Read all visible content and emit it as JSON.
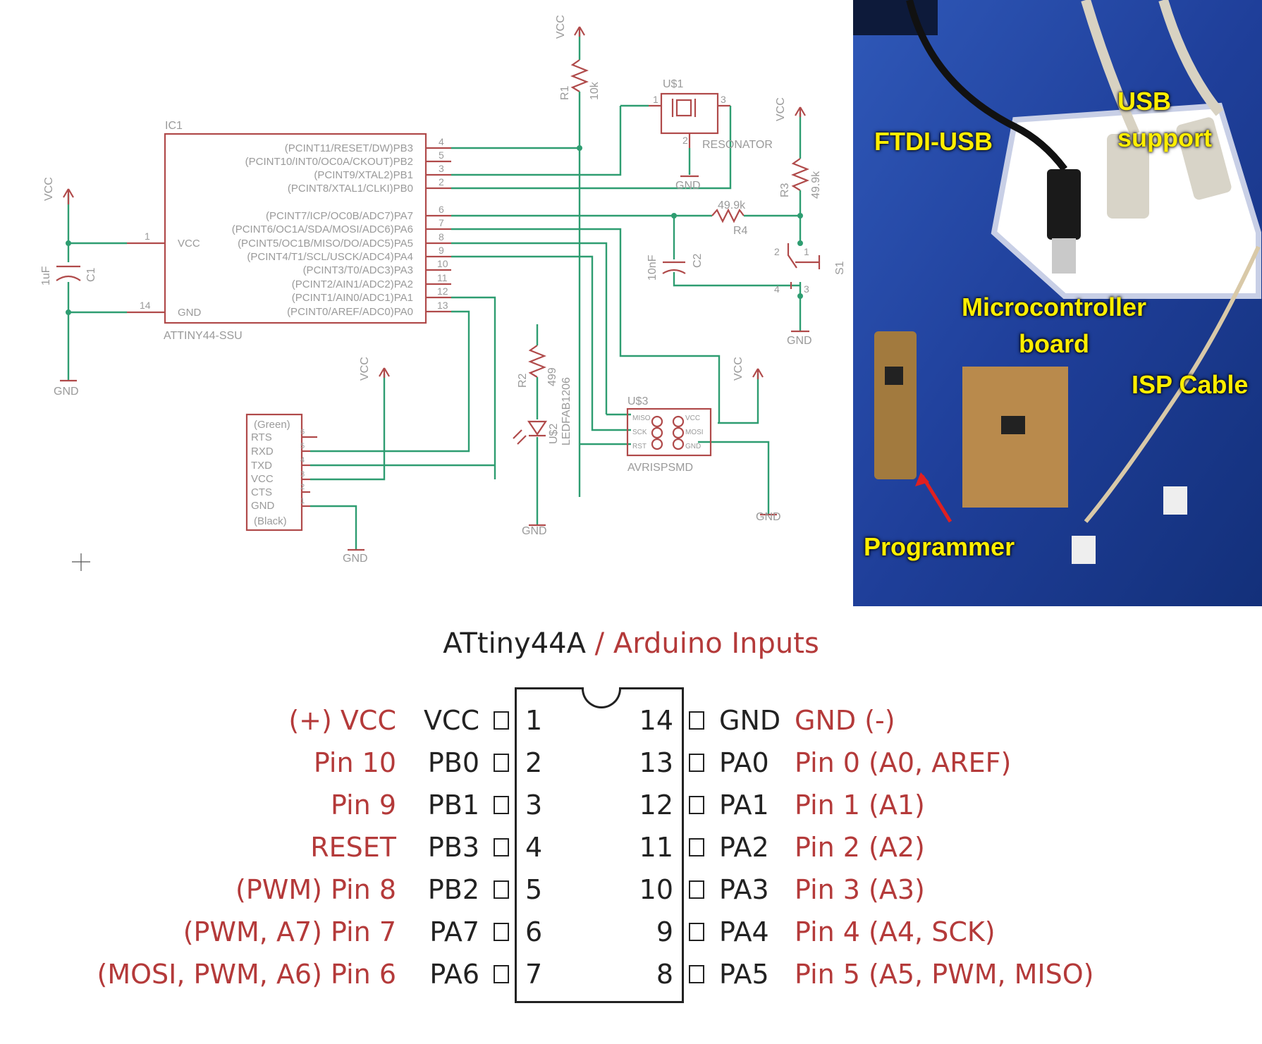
{
  "schematic": {
    "ic1": {
      "ref": "IC1",
      "part": "ATTINY44-SSU",
      "vcc_label": "VCC",
      "gnd_label": "GND",
      "vcc_pin": "1",
      "gnd_pin": "14",
      "pins": [
        {
          "name": "(PCINT11/RESET/DW)PB3",
          "num": "4"
        },
        {
          "name": "(PCINT10/INT0/OC0A/CKOUT)PB2",
          "num": "5"
        },
        {
          "name": "(PCINT9/XTAL2)PB1",
          "num": "3"
        },
        {
          "name": "(PCINT8/XTAL1/CLKI)PB0",
          "num": "2"
        },
        {
          "name": "(PCINT7/ICP/OC0B/ADC7)PA7",
          "num": "6"
        },
        {
          "name": "(PCINT6/OC1A/SDA/MOSI/ADC6)PA6",
          "num": "7"
        },
        {
          "name": "(PCINT5/OC1B/MISO/DO/ADC5)PA5",
          "num": "8"
        },
        {
          "name": "(PCINT4/T1/SCL/USCK/ADC4)PA4",
          "num": "9"
        },
        {
          "name": "(PCINT3/T0/ADC3)PA3",
          "num": "10"
        },
        {
          "name": "(PCINT2/AIN1/ADC2)PA2",
          "num": "11"
        },
        {
          "name": "(PCINT1/AIN0/ADC1)PA1",
          "num": "12"
        },
        {
          "name": "(PCINT0/AREF/ADC0)PA0",
          "num": "13"
        }
      ]
    },
    "c1": {
      "ref": "C1",
      "value": "1uF"
    },
    "c2": {
      "ref": "C2",
      "value": "10nF"
    },
    "r1": {
      "ref": "R1",
      "value": "10k"
    },
    "r2": {
      "ref": "R2",
      "value": "499"
    },
    "r3": {
      "ref": "R3",
      "value": "49.9k"
    },
    "r4": {
      "ref": "R4",
      "value": "49.9k"
    },
    "u1": {
      "ref": "U$1",
      "part": "RESONATOR",
      "pins": [
        "1",
        "2",
        "3"
      ]
    },
    "u2": {
      "ref": "U$2",
      "part": "LEDFAB1206"
    },
    "u3": {
      "ref": "U$3",
      "part": "AVRISPSMD",
      "pins": [
        "MISO",
        "SCK",
        "RST",
        "VCC",
        "MOSI",
        "GND"
      ]
    },
    "s1": {
      "ref": "S1",
      "pins": [
        "2",
        "1",
        "4",
        "3"
      ]
    },
    "ftdi": {
      "top": "(Green)",
      "bottom": "(Black)",
      "pins": [
        {
          "name": "RTS",
          "num": "6"
        },
        {
          "name": "RXD",
          "num": "5"
        },
        {
          "name": "TXD",
          "num": "4"
        },
        {
          "name": "VCC",
          "num": "3"
        },
        {
          "name": "CTS",
          "num": "2"
        },
        {
          "name": "GND",
          "num": "1"
        }
      ]
    },
    "vcc": "VCC",
    "gnd": "GND"
  },
  "photo": {
    "labels": {
      "ftdi_usb": "FTDI-USB",
      "usb_support": "USB support",
      "microcontroller_board": "Microcontroller board",
      "isp_cable": "ISP Cable",
      "programmer": "Programmer"
    }
  },
  "pinout": {
    "title": "ATtiny44A",
    "separator": " / ",
    "subtitle": "Arduino Inputs",
    "left": [
      {
        "arduino": "(+) VCC",
        "port": "VCC",
        "num": "1"
      },
      {
        "arduino": "Pin 10",
        "port": "PB0",
        "num": "2"
      },
      {
        "arduino": "Pin 9",
        "port": "PB1",
        "num": "3"
      },
      {
        "arduino": "RESET",
        "port": "PB3",
        "num": "4"
      },
      {
        "arduino": "(PWM) Pin 8",
        "port": "PB2",
        "num": "5"
      },
      {
        "arduino": "(PWM, A7) Pin 7",
        "port": "PA7",
        "num": "6"
      },
      {
        "arduino": "(MOSI, PWM, A6) Pin 6",
        "port": "PA6",
        "num": "7"
      }
    ],
    "right": [
      {
        "num": "14",
        "port": "GND",
        "arduino": "GND (-)"
      },
      {
        "num": "13",
        "port": "PA0",
        "arduino": "Pin 0 (A0, AREF)"
      },
      {
        "num": "12",
        "port": "PA1",
        "arduino": "Pin 1 (A1)"
      },
      {
        "num": "11",
        "port": "PA2",
        "arduino": "Pin 2 (A2)"
      },
      {
        "num": "10",
        "port": "PA3",
        "arduino": "Pin 3 (A3)"
      },
      {
        "num": "9",
        "port": "PA4",
        "arduino": "Pin 4 (A4, SCK)"
      },
      {
        "num": "8",
        "port": "PA5",
        "arduino": "Pin 5 (A5, PWM, MISO)"
      }
    ]
  }
}
